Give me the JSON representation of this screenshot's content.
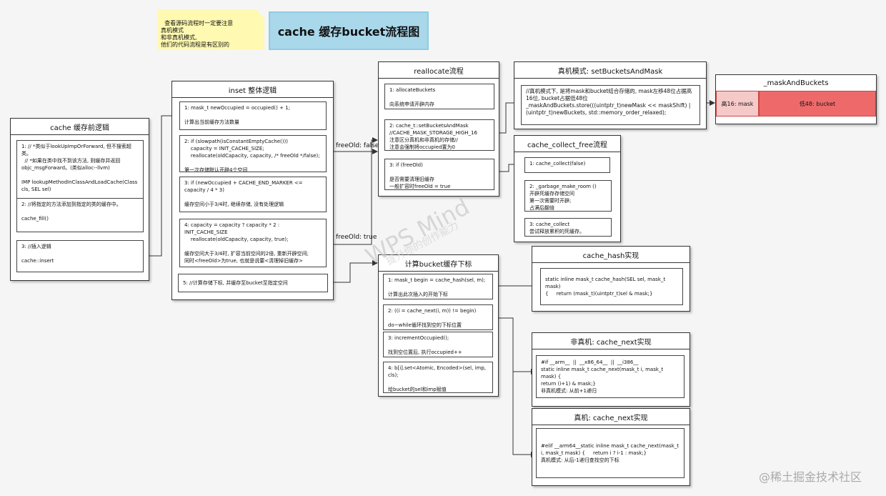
{
  "note_text": "查看源码流程时一定要注意\n真机模式\n和非真机模式,\n他们的代码流程是有区别的",
  "main_title": "cache 缓存bucket流程图",
  "cache_before": {
    "title": "cache 缓存前逻辑",
    "box1": "1: // *类似于lookUpImpOrForward, 但不搜索超类。\n  // *如果在类中找不到该方法, 则缓存并返回objc_msgForward。(类似alloc--llvm)\n\nIMP lookupMethodInClassAndLoadCache(Class cls, SEL sel)",
    "box2": "2: //将指定的方法添加到指定的类的缓存中。\n\ncache_fill()",
    "box3": "3: //插入逻辑\n\ncache::insert"
  },
  "inset": {
    "title": "inset 整体逻辑",
    "box1": "1: mask_t newOccupied = occupied() + 1;\n\n计算出当前缓存方法数量",
    "box2": "2: if (slowpath(isConstantEmptyCache()))\n    capacity = INIT_CACHE_SIZE;\n    reallocate(oldCapacity, capacity, /* freeOld */false);\n\n第一次存储默认开辟4个空间",
    "box3": "3: if (newOccupied + CACHE_END_MARKER <= capacity / 4 * 3)\n\n缓存空间小于3/4时, 继续存储, 没有处理逻辑",
    "box4": "4: capacity = capacity ? capacity * 2 : INIT_CACHE_SIZE\n    reallocate(oldCapacity, capacity, true);\n\n缓存空间大于3/4时, 扩容当前空间的2倍, 重新开辟空间;\n同时<freeOld>为true, 也就是说要<清理掉旧缓存>",
    "box5": "5: //计算存储下标, 并缓存至bucket至指定空间"
  },
  "labels": {
    "free_false": "freeOld: false",
    "free_true": "freeOld: true"
  },
  "reallocate": {
    "title": "reallocate流程",
    "box1": "1: allocateBuckets\n\n向系统申请开辟内存",
    "box2": "2: cache_t::setBucketsAndMask\n//CACHE_MASK_STORAGE_HIGH_16\n注意区分真机和非真机的存储//\n注意会强制将occupied置为0",
    "box3": "3: if (freeOld)\n\n是否需要清理旧缓存\n一般扩容时freeOld = true"
  },
  "set_buckets": {
    "title": "真机模式: setBucketsAndMask",
    "box": "//真机模式下, 是将mask和bucket结合存储的, mask左移48位占据高16位, bucket占据低48位_maskAndBuckets.store(((uintptr_t)newMask << maskShift) | (uintptr_t)newBuckets, std::memory_order_relaxed);"
  },
  "mask_and_buckets": {
    "title": "_maskAndBuckets",
    "high": "高16: mask",
    "low": "低48: bucket",
    "color_high": "#f6c9c9",
    "color_low": "#ee6a6a"
  },
  "collect": {
    "title": "cache_collect_free流程",
    "box1": "1: cache_collect(false)",
    "box2": "2: _garbage_make_room ()\n开辟死缓存存储空间\n第一次需要时开辟;\n占满后翻倍",
    "box3": "3: cache_collect\n尝试释放累积的死缓存。"
  },
  "compute": {
    "title": "计算bucket缓存下标",
    "box1": "1: mask_t begin = cache_hash(sel, m);\n\n计算出此次插入的开始下标",
    "box2": "2: ((i = cache_next(i, m)) != begin)\n\ndo~while循环找到空的下标位置",
    "box3": "3: incrementOccupied();\n\n找到空位置后, 执行occupied++",
    "box4": "4: b[i].set<Atomic, Encoded>(sel, imp, cls);\n\n给bucket的sel和imp赋值"
  },
  "cache_hash": {
    "title": "cache_hash实现",
    "box": "static inline mask_t cache_hash(SEL sel, mask_t mask)\n{     return (mask_t)(uintptr_t)sel & mask;}"
  },
  "next_sim": {
    "title": "非真机: cache_next实现",
    "box": "#if __arm__  ||  __x86_64__  ||  __i386__\nstatic inline mask_t cache_next(mask_t i, mask_t mask) {\nreturn (i+1) & mask;}\n非真机模式: 从前+1递归"
  },
  "next_dev": {
    "title": "真机: cache_next实现",
    "box": "#elif __arm64__static inline mask_t cache_next(mask_t i, mask_t mask) {     return i ? i-1 : mask;}\n真机模式: 从后-1递归查找空的下标"
  },
  "watermark": "WPS Mind",
  "watermark_sub": "提升你的创作能力",
  "footer": "@稀土掘金技术社区"
}
